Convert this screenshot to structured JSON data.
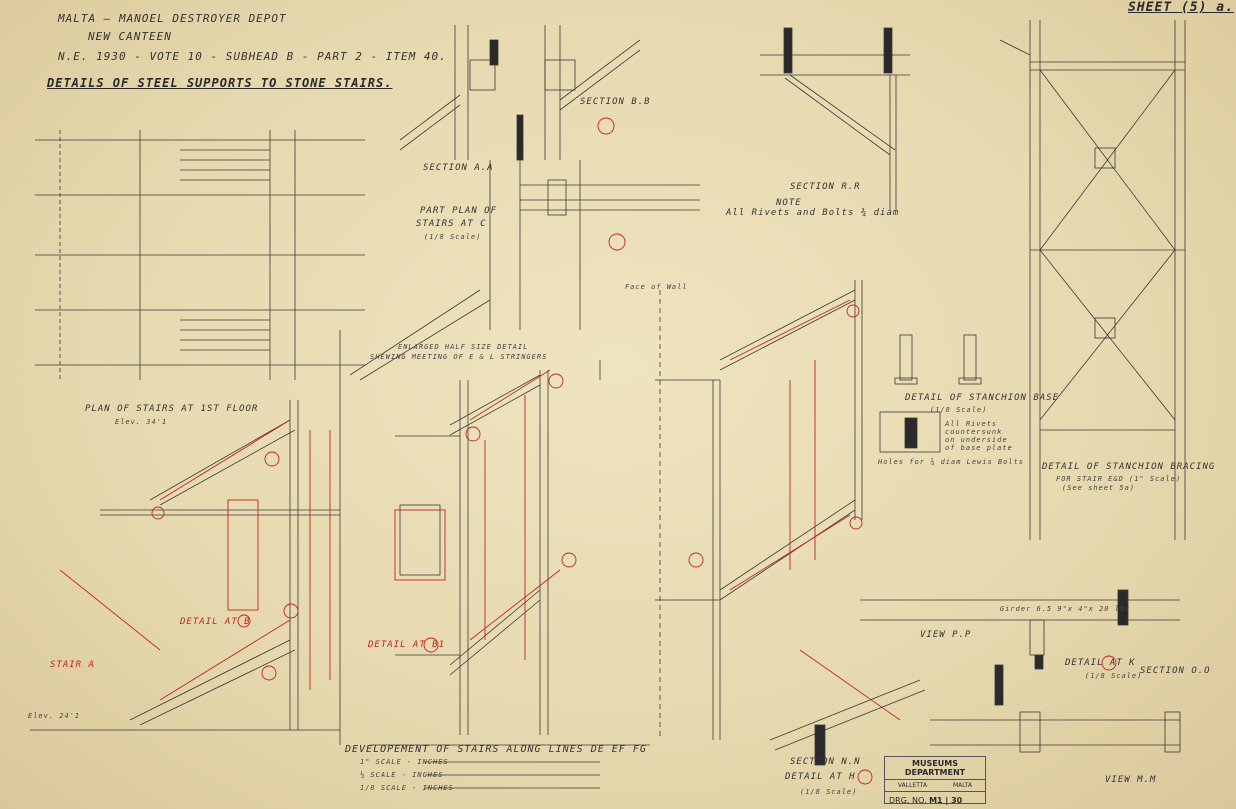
{
  "title_block": {
    "line1": "MALTA  —  MANOEL  DESTROYER  DEPOT",
    "line2": "NEW  CANTEEN",
    "line3": "N.E. 1930  -  VOTE 10  -  SUBHEAD B  -  PART 2  -  ITEM 40.",
    "line4": "DETAILS  OF  STEEL  SUPPORTS  TO  STONE  STAIRS."
  },
  "sheet_number": "SHEET (5) a.",
  "views": {
    "section_aa": "SECTION  A.A",
    "section_bb": "SECTION  B.B",
    "section_rr": "SECTION  R.R",
    "note_title": "NOTE",
    "note_text": "All Rivets and Bolts ¾ diam",
    "part_plan_1": "PART  PLAN  OF",
    "part_plan_2": "STAIRS  AT  C",
    "part_plan_scale": "(1/8 Scale)",
    "plan_stairs": "PLAN OF STAIRS AT 1ST FLOOR",
    "plan_elev": "Elev. 34'1",
    "enlarged_1": "ENLARGED HALF SIZE DETAIL",
    "enlarged_2": "SHEWING MEETING OF E & L STRINGERS",
    "detail_stanchion_base": "DETAIL OF STANCHION BASE",
    "detail_stanchion_base_scale": "(1/8 Scale)",
    "stanchion_base_note": "All Rivets countersunk on underside of base plate",
    "holes_note": "Holes for ¾ diam Lewis Bolts",
    "detail_bracing_1": "DETAIL OF STANCHION BRACING",
    "detail_bracing_2": "FOR STAIR E&D (1\" Scale)",
    "detail_bracing_3": "(See sheet 5a)",
    "detail_b": "DETAIL AT B",
    "detail_b1": "DETAIL AT B1",
    "detail_k": "DETAIL AT K",
    "detail_k_scale": "(1/8 Scale)",
    "detail_h": "DETAIL AT H",
    "detail_h_scale": "(1/8 Scale)",
    "section_nn": "SECTION N.N",
    "section_oo": "SECTION O.O",
    "view_pp": "VIEW P.P",
    "view_mm": "VIEW M.M",
    "development": "DEVELOPEMENT OF STAIRS ALONG LINES DE EF FG",
    "stair_a": "STAIR A",
    "elev_241": "Elev. 24'1",
    "girder_note": "Girder 6.5  9\"x 4\"x 20 lbs",
    "face_of_wall": "Face of Wall"
  },
  "scales": [
    "1\" SCALE - INCHES",
    "½ SCALE - INCHES",
    "1/8 SCALE - INCHES"
  ],
  "stamp": {
    "dept": "MUSEUMS DEPARTMENT",
    "city": "VALLETTA",
    "country": "MALTA",
    "drg_label": "DRG. NO.",
    "drg_no": "M1 | 30"
  },
  "colors": {
    "paper": "#e8dcb4",
    "ink": "#2a2a2a",
    "red_ink": "#c2241e"
  }
}
